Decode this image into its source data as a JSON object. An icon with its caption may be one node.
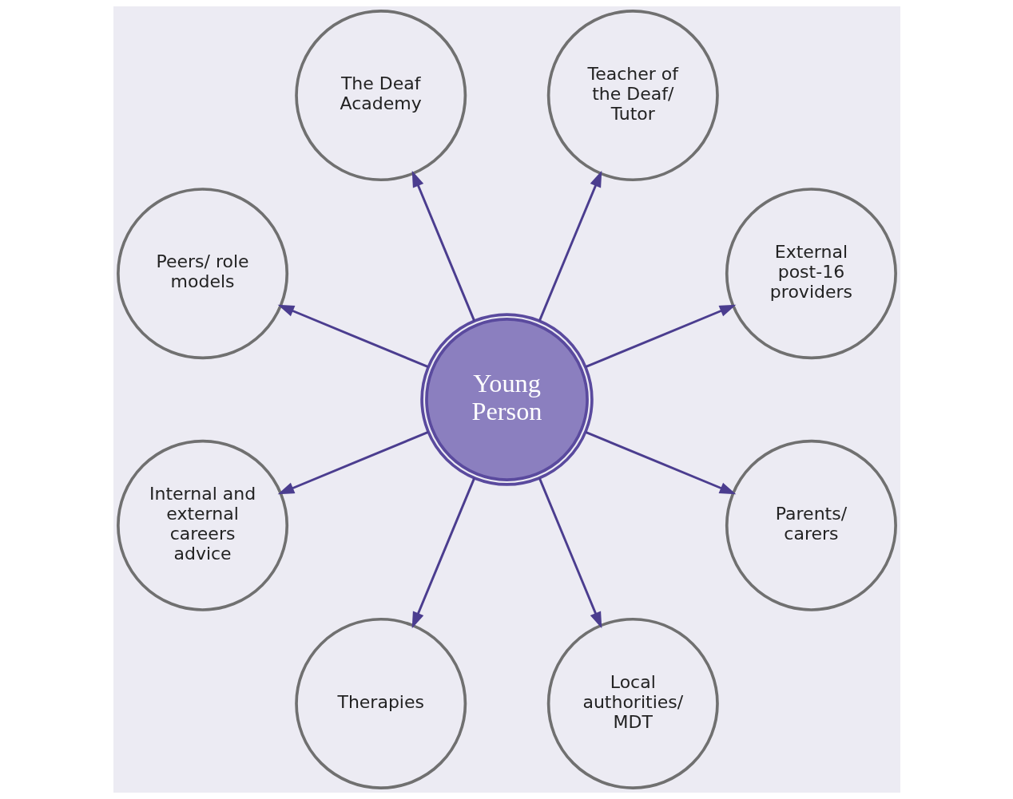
{
  "diagram": {
    "nodes": [
      {
        "text": [
          "Young Person"
        ]
      },
      {
        "text": [
          "External post-16 providers"
        ]
      },
      {
        "text": [
          "Teacher of the Deaf/ Tutor"
        ]
      },
      {
        "text": [
          "The Deaf Academy"
        ]
      },
      {
        "text": [
          "Peers/ role models"
        ]
      },
      {
        "text": [
          "Internal and external careers advice"
        ]
      },
      {
        "text": [
          "Therapies"
        ]
      },
      {
        "text": [
          "Local authorities/ MDT"
        ]
      },
      {
        "text": [
          "Parents/ carers"
        ]
      }
    ],
    "edges": [
      {
        "from": 0,
        "to": 1,
        "arrow": "to"
      },
      {
        "from": 0,
        "to": 3,
        "arrow": "to"
      },
      {
        "from": 0,
        "to": 5,
        "arrow": "to"
      },
      {
        "from": 0,
        "to": 7,
        "arrow": "to"
      },
      {
        "from": 0,
        "to": 8,
        "arrow": "to"
      },
      {
        "from": 0,
        "to": 6,
        "arrow": "to"
      },
      {
        "from": 0,
        "to": 4,
        "arrow": "to"
      },
      {
        "from": 0,
        "to": 2,
        "arrow": "to"
      }
    ]
  }
}
